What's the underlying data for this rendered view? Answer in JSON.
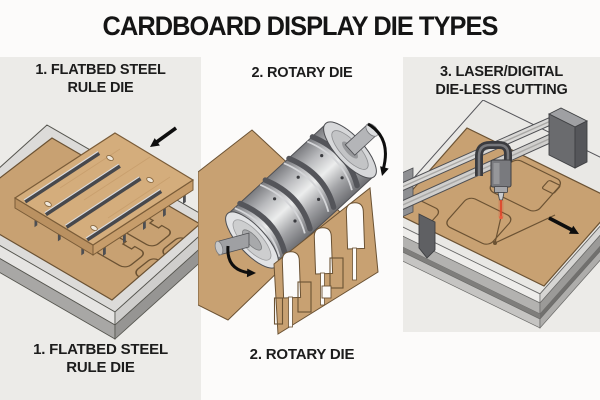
{
  "title": "CARDBOARD DISPLAY DIE TYPES",
  "panels": [
    {
      "name": "flatbed-steel-rule-die",
      "header_line1": "1. FLATBED STEEL",
      "header_line2": "RULE DIE",
      "caption_line1": "1. FLATBED STEEL",
      "caption_line2": "RULE DIE"
    },
    {
      "name": "rotary-die",
      "header_line1": "2. ROTARY DIE",
      "header_line2": "",
      "caption_line1": "2. ROTARY DIE",
      "caption_line2": ""
    },
    {
      "name": "laser-digital-die-less-cutting",
      "header_line1": "3. LASER/DIGITAL",
      "header_line2": "DIE-LESS CUTTING",
      "caption_line1": "",
      "caption_line2": ""
    }
  ],
  "colors": {
    "page_background": "#FCFBFA",
    "panel_background": "#ECEBE8",
    "cardboard": "#C8A172",
    "cardboard_outline": "#6B5233",
    "wood_board": "#D4AD7C",
    "steel_dark": "#4E4F53",
    "steel_light": "#D9DADC",
    "arrow_black": "#0E0E0E",
    "laser_red": "#E0452A",
    "text": "#1A1A1A"
  }
}
